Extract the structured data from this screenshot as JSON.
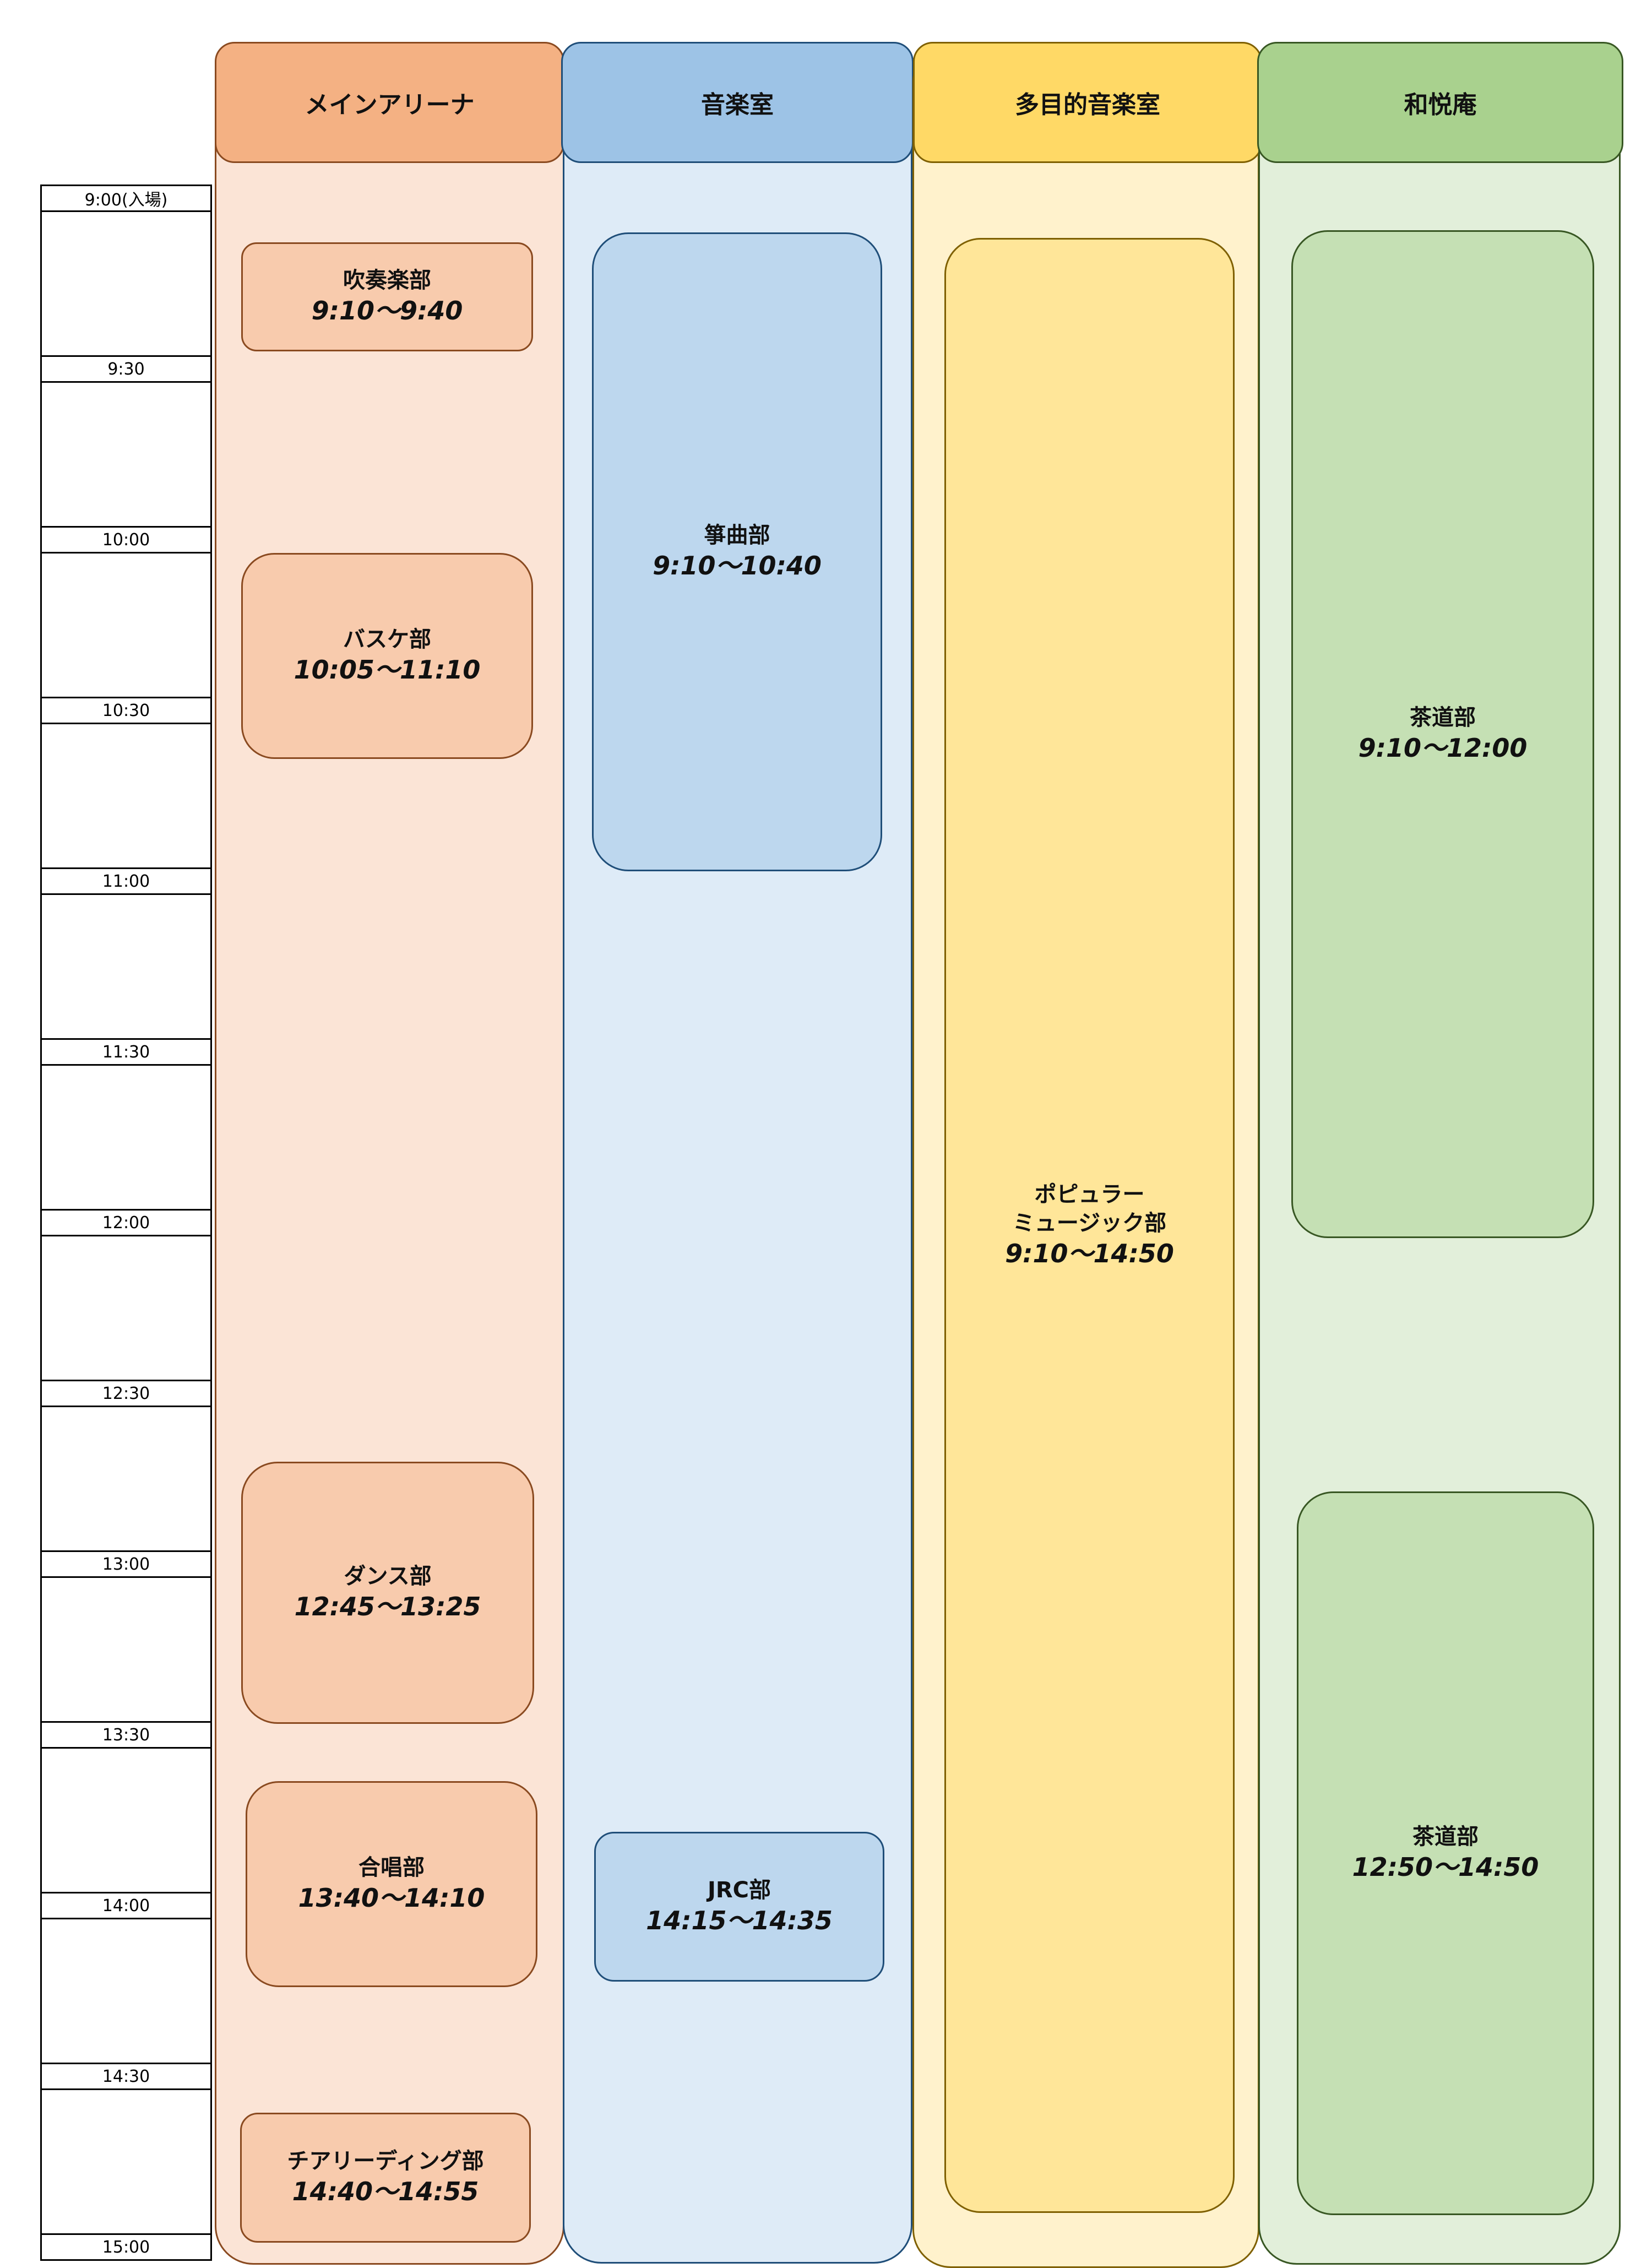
{
  "colors": {
    "arena_fill": "#fbe4d6",
    "arena_border": "#8a4a20",
    "arena_header": "#f4b183",
    "arena_event": "#f8cbad",
    "music_fill": "#deebf7",
    "music_border": "#1f4e79",
    "music_header": "#9dc3e6",
    "music_event": "#bdd7ee",
    "multi_fill": "#fff2cc",
    "multi_border": "#7f6000",
    "multi_header": "#ffd966",
    "multi_event": "#ffe699",
    "wa_fill": "#e2efda",
    "wa_border": "#385723",
    "wa_header": "#a9d18e",
    "wa_event": "#c5e0b4"
  },
  "time_slots": [
    "9:00(入場)",
    "9:30",
    "10:00",
    "10:30",
    "11:00",
    "11:30",
    "12:00",
    "12:30",
    "13:00",
    "13:30",
    "14:00",
    "14:30",
    "15:00"
  ],
  "rooms": [
    {
      "key": "arena",
      "name": "メインアリーナ",
      "events": [
        {
          "name": "吹奏楽部",
          "time": "9:10～9:40"
        },
        {
          "name": "バスケ部",
          "time": "10:05～11:10"
        },
        {
          "name": "ダンス部",
          "time": "12:45～13:25"
        },
        {
          "name": "合唱部",
          "time": "13:40～14:10"
        },
        {
          "name": "チアリーディング部",
          "time": "14:40～14:55"
        }
      ]
    },
    {
      "key": "music",
      "name": "音楽室",
      "events": [
        {
          "name": "箏曲部",
          "time": "9:10～10:40"
        },
        {
          "name": "JRC部",
          "time": "14:15～14:35"
        }
      ]
    },
    {
      "key": "multi",
      "name": "多目的音楽室",
      "events": [
        {
          "name": "ポピュラー\nミュージック部",
          "time": "9:10～14:50"
        }
      ]
    },
    {
      "key": "wa",
      "name": "和悦庵",
      "events": [
        {
          "name": "茶道部",
          "time": "9:10～12:00"
        },
        {
          "name": "茶道部",
          "time": "12:50～14:50"
        }
      ]
    }
  ]
}
